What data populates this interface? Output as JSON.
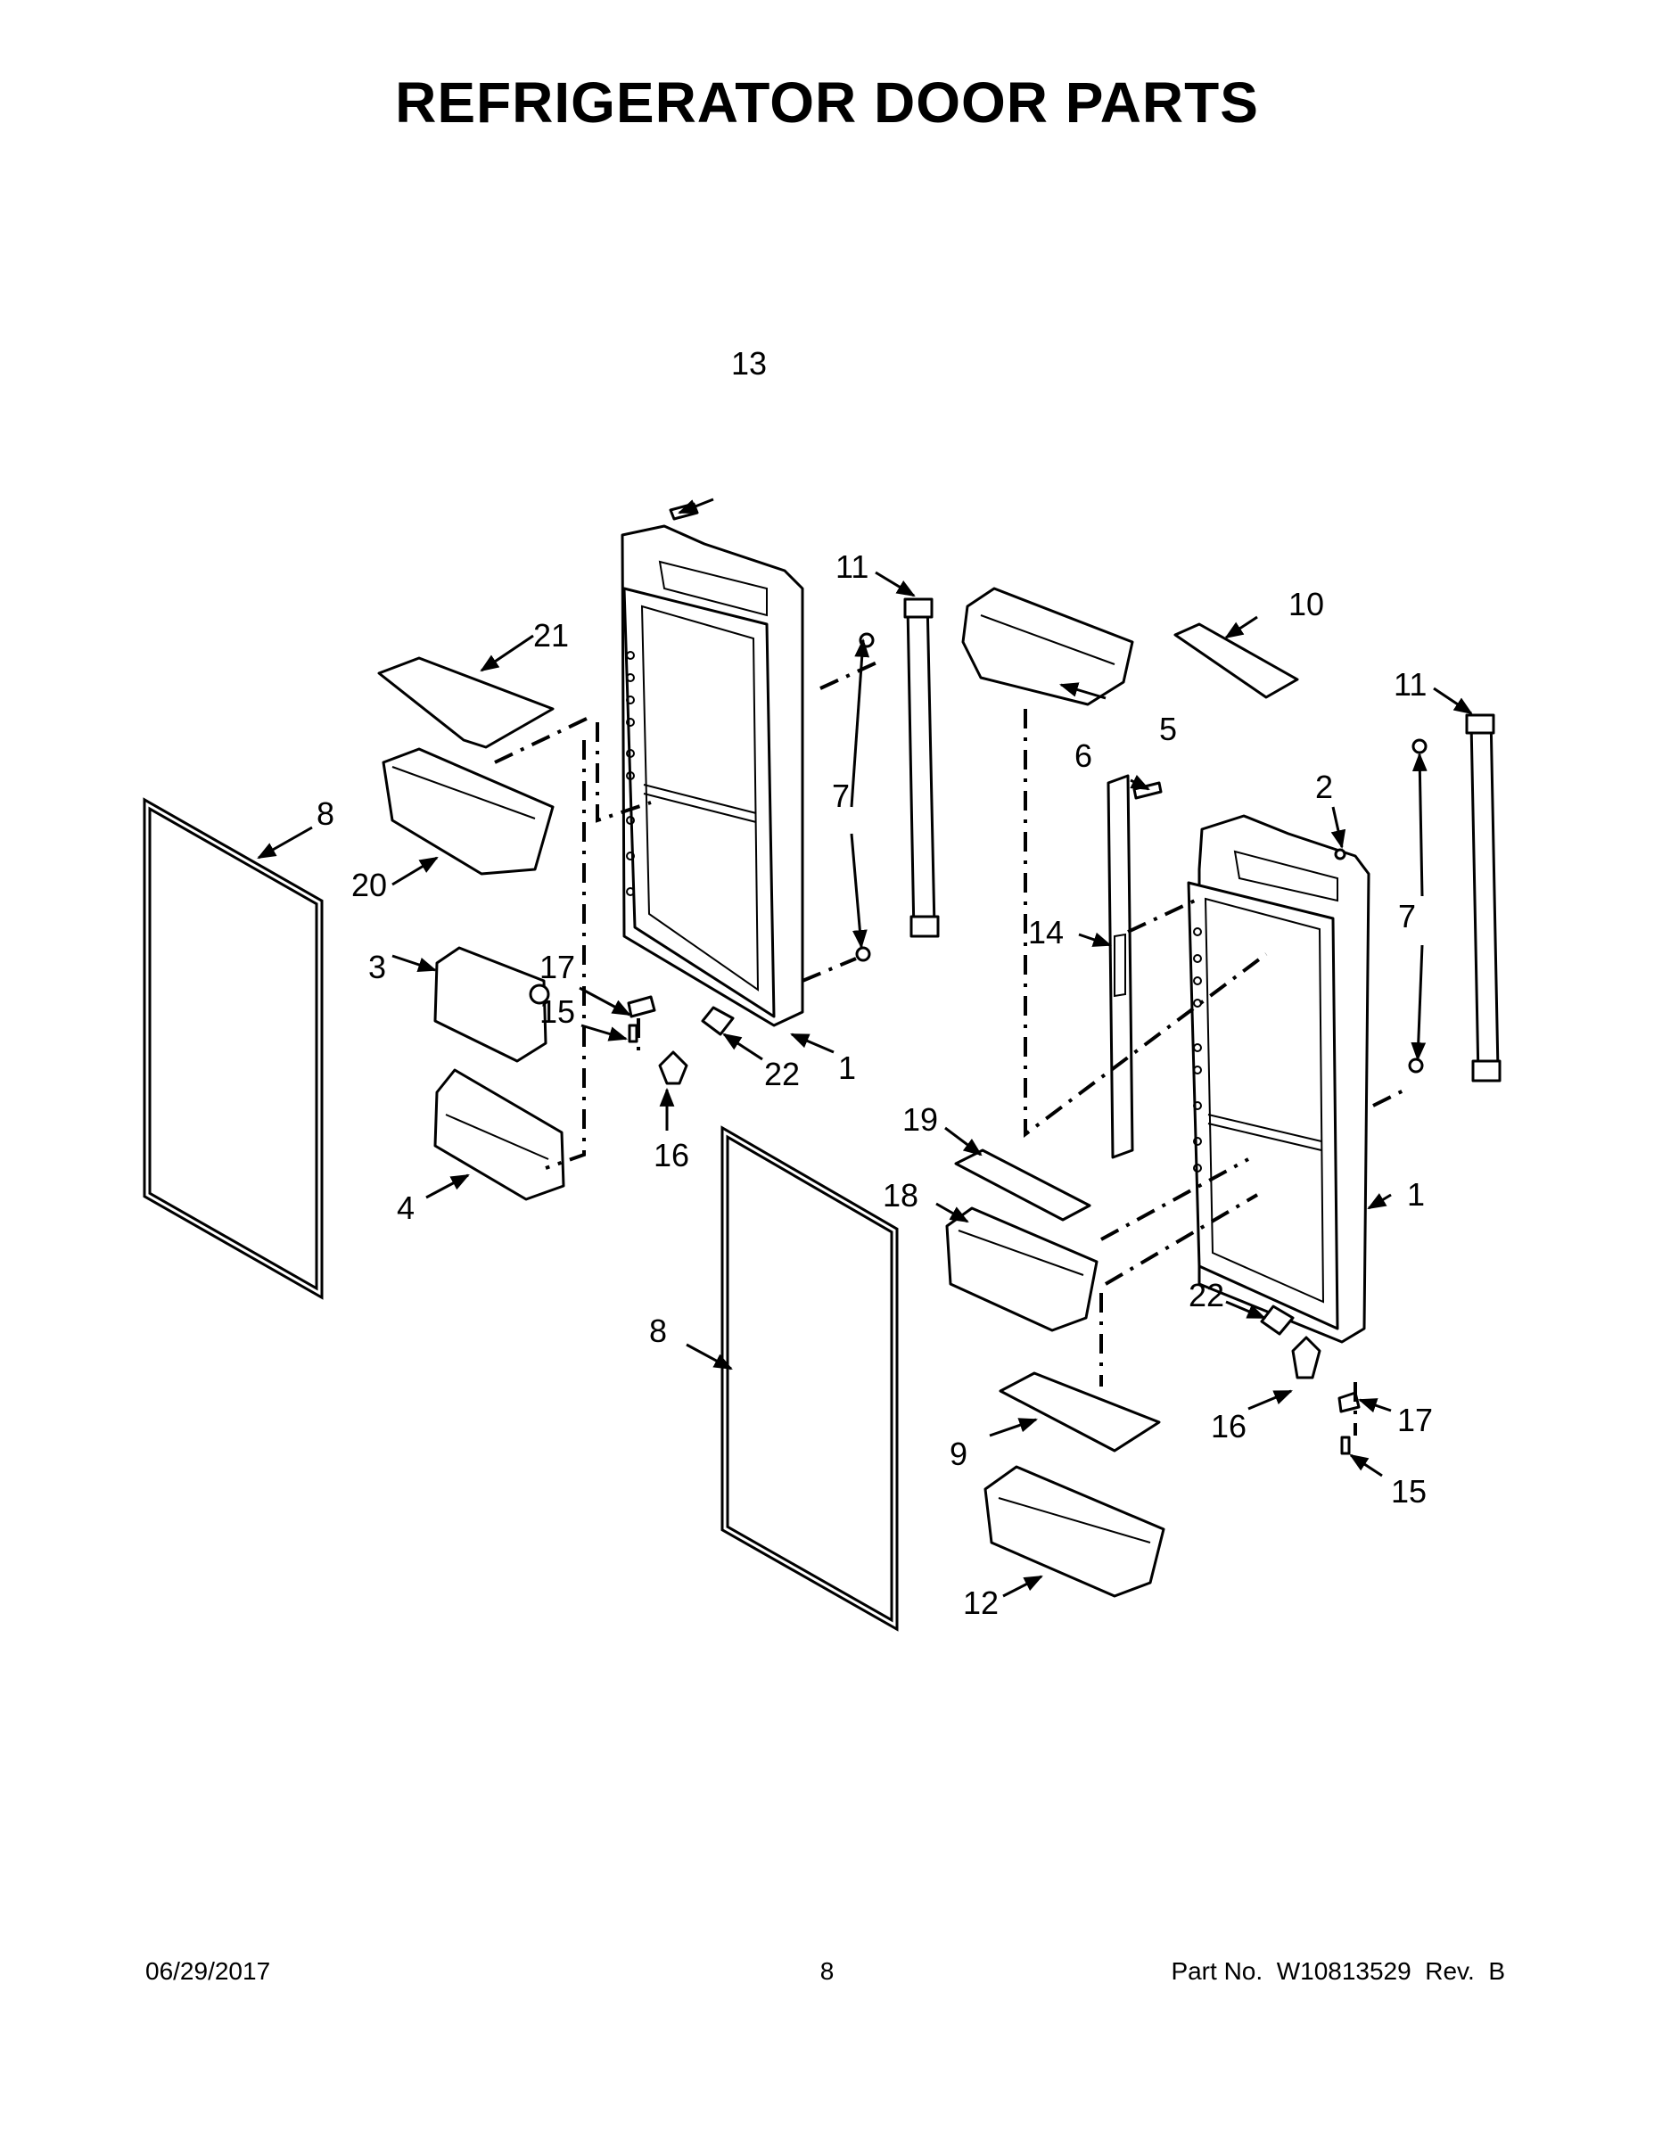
{
  "title": "REFRIGERATOR DOOR PARTS",
  "footer": {
    "date": "06/29/2017",
    "page": "8",
    "part": "Part No.  W10813529  Rev.  B"
  },
  "callouts": {
    "c1a": "1",
    "c1b": "1",
    "c2": "2",
    "c3": "3",
    "c4": "4",
    "c5": "5",
    "c6": "6",
    "c7a": "7",
    "c7b": "7",
    "c8a": "8",
    "c8b": "8",
    "c9": "9",
    "c10": "10",
    "c11a": "11",
    "c11b": "11",
    "c12": "12",
    "c13": "13",
    "c14": "14",
    "c15a": "15",
    "c15b": "15",
    "c16a": "16",
    "c16b": "16",
    "c17a": "17",
    "c17b": "17",
    "c18": "18",
    "c19": "19",
    "c20": "20",
    "c21": "21",
    "c22a": "22",
    "c22b": "22"
  }
}
